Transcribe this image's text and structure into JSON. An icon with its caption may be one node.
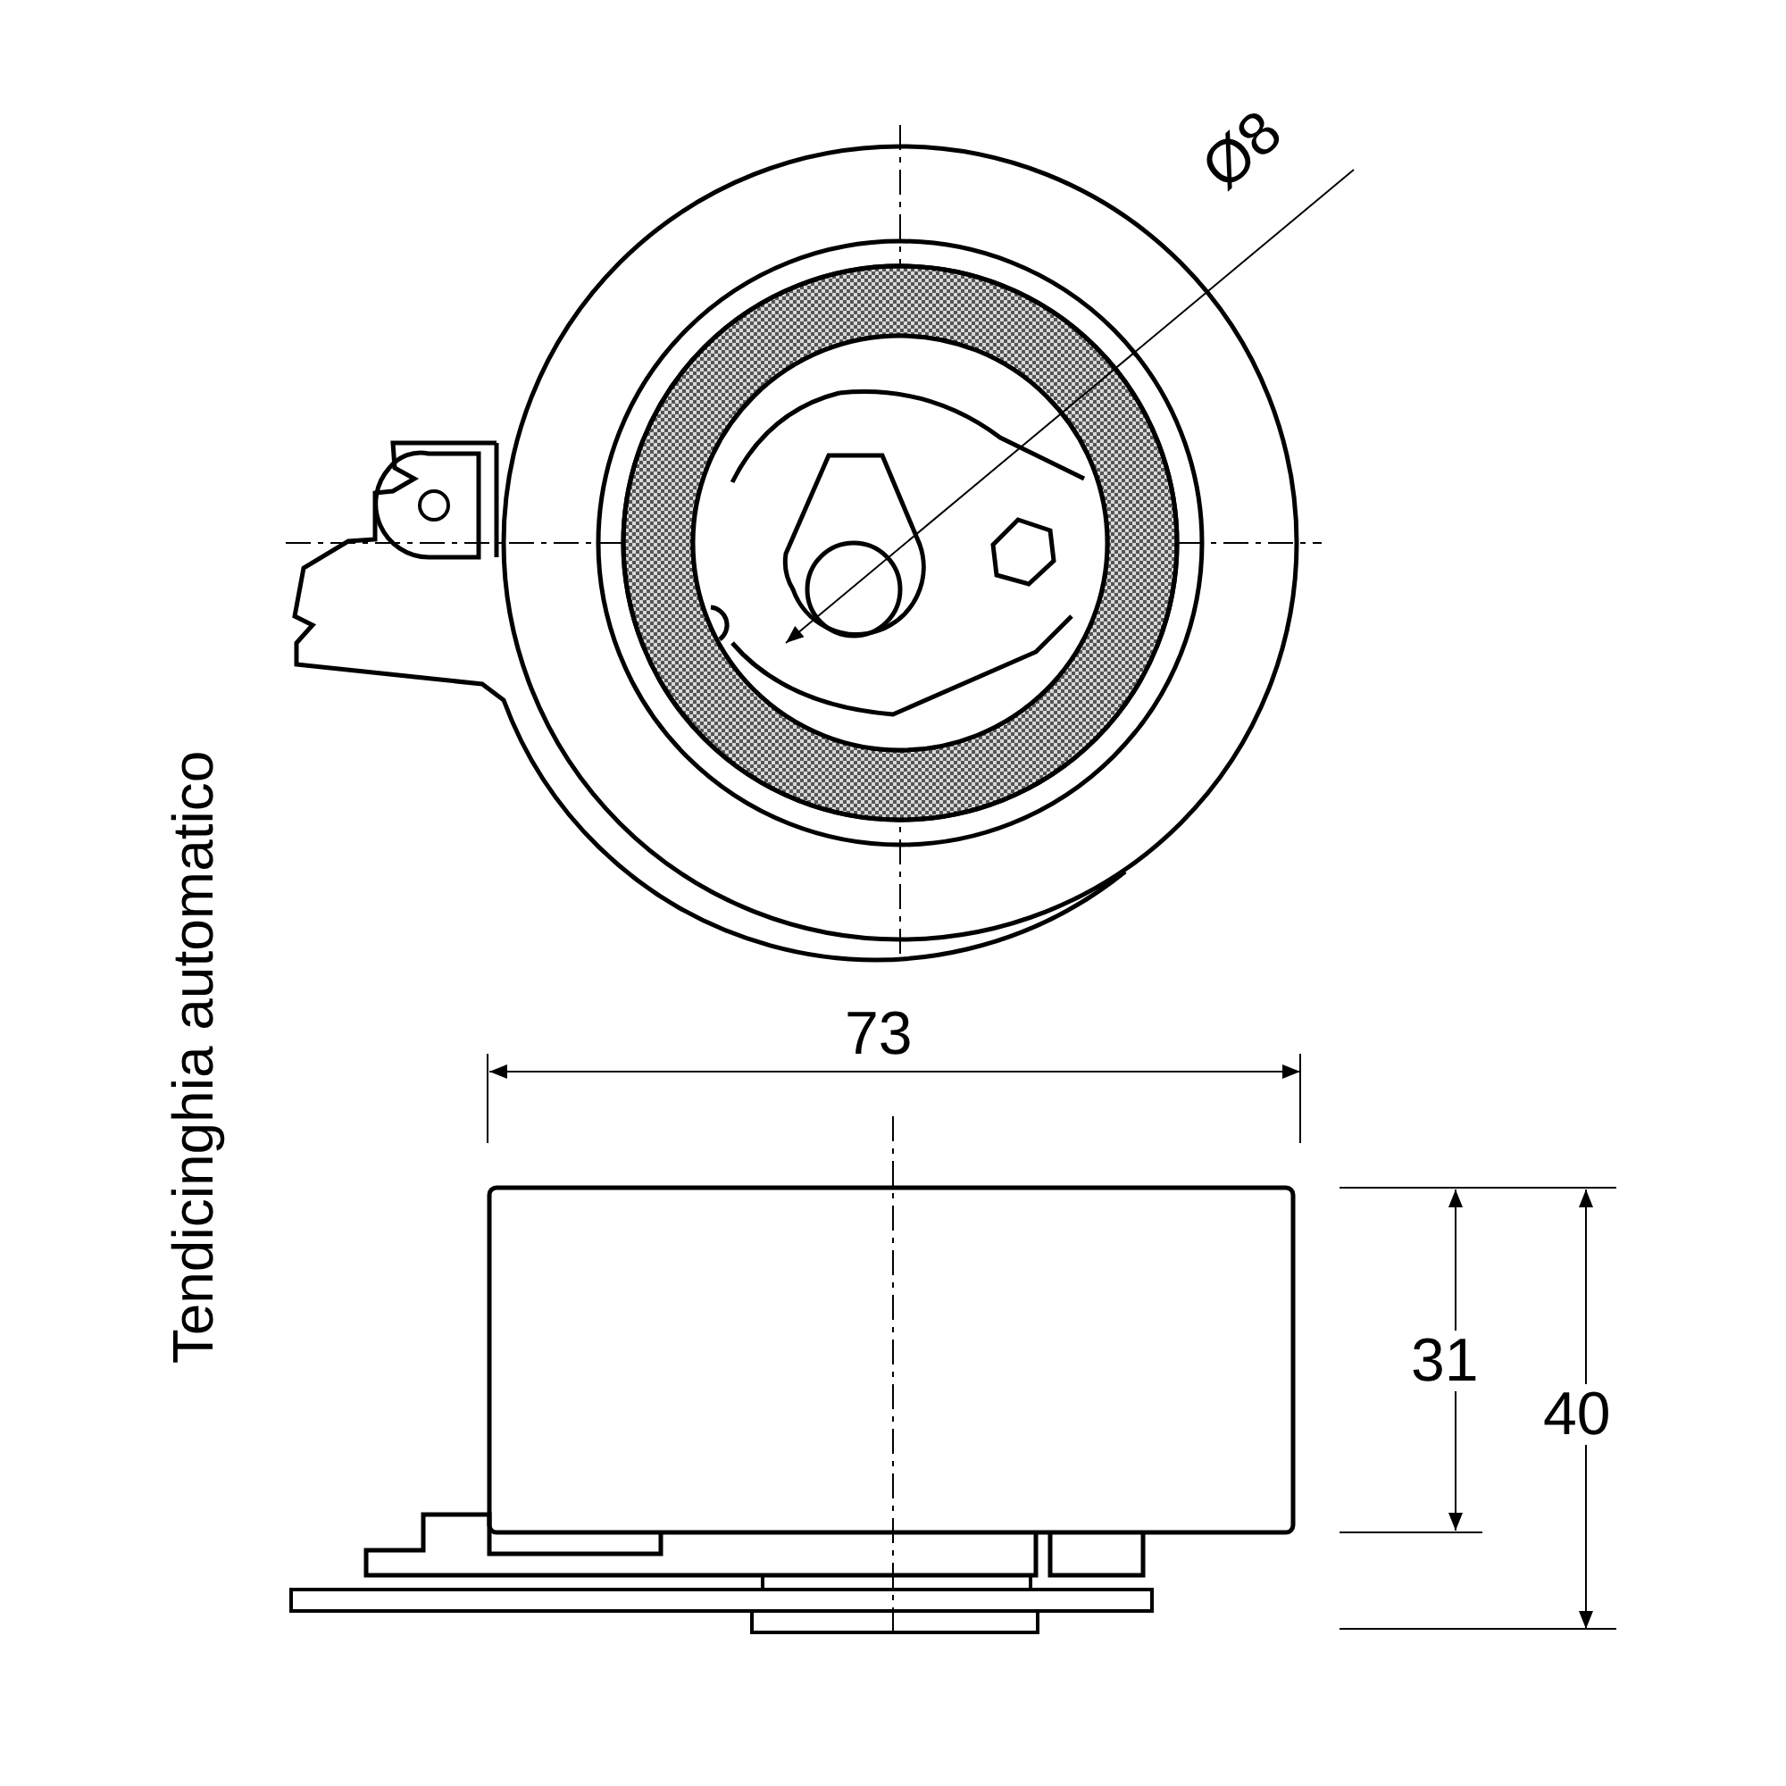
{
  "diagram": {
    "labels": [
      "Ø8",
      "73",
      "31",
      "40",
      "Tendicinghia automatico"
    ]
  }
}
